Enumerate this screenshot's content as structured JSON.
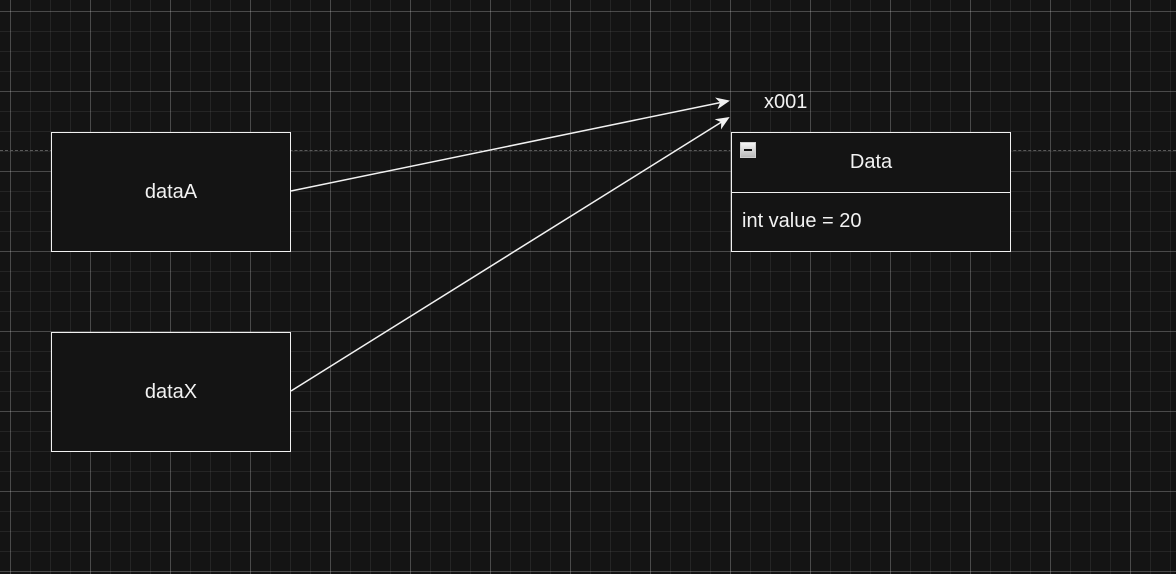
{
  "diagram": {
    "nodes": {
      "dataA": {
        "label": "dataA"
      },
      "dataX": {
        "label": "dataX"
      },
      "data_class": {
        "title": "Data",
        "field": "int value = 20"
      }
    },
    "address_label": "x001",
    "edges": [
      {
        "from": "dataA",
        "to": "data_class"
      },
      {
        "from": "dataX",
        "to": "data_class"
      }
    ],
    "colors": {
      "background": "#141414",
      "stroke": "#f2f2f2",
      "text": "#f2f2f2"
    }
  }
}
